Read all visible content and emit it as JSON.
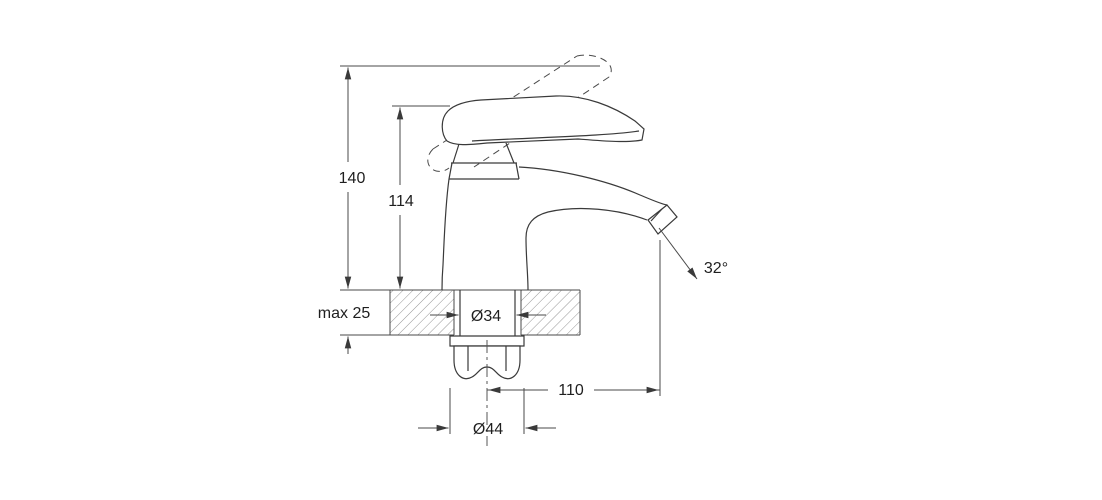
{
  "labels": {
    "overall_height": "140",
    "body_height": "114",
    "deck_thickness": "max 25",
    "shank_diameter": "Ø34",
    "spout_projection": "110",
    "base_diameter": "Ø44",
    "spout_angle": "32°"
  },
  "colors": {
    "outline": "#3a3a3a",
    "dimension_lines": "#4a4a4a",
    "hatch": "#8a8a8a",
    "background": "#ffffff"
  }
}
